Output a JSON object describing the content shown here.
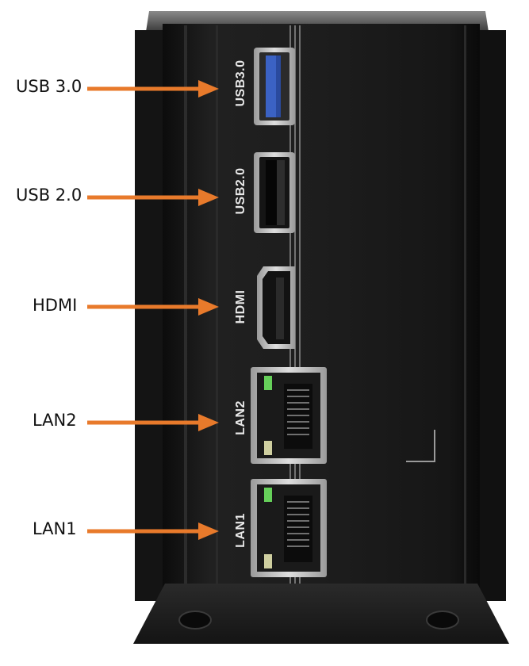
{
  "callouts": {
    "usb3": "USB 3.0",
    "usb2": "USB 2.0",
    "hdmi": "HDMI",
    "lan2": "LAN2",
    "lan1": "LAN1"
  },
  "panel_labels": {
    "usb3": "USB3.0",
    "usb2": "USB2.0",
    "hdmi": "HDMI",
    "lan2": "LAN2",
    "lan1": "LAN1"
  },
  "colors": {
    "arrow": "#e87a2b",
    "chassis": "#1b1b1b",
    "usb3_blue": "#3b62c4",
    "port_metal": "#c9c9c9",
    "led_green": "#66d05a",
    "label_text": "#e8e8e8"
  }
}
